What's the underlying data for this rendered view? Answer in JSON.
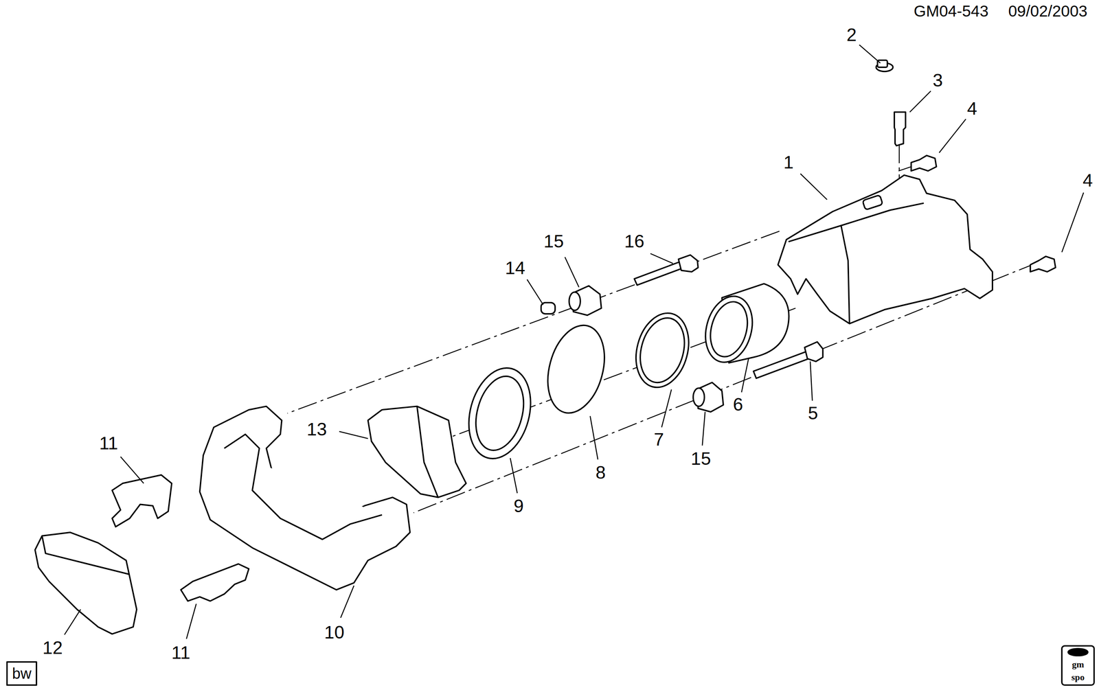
{
  "diagram": {
    "labels": [
      "GM04-543",
      "09/02/2003",
      "2",
      "3",
      "4",
      "1",
      "4",
      "16",
      "15",
      "14",
      "6",
      "5",
      "13",
      "11",
      "7",
      "15",
      "8",
      "9",
      "10",
      "12",
      "11",
      "bw",
      "gm",
      "spo"
    ]
  }
}
